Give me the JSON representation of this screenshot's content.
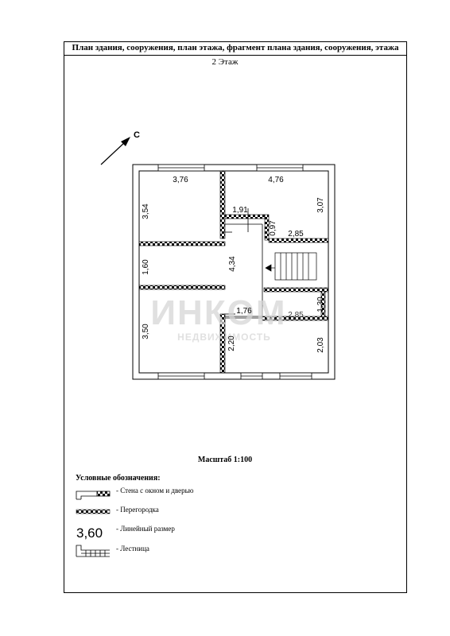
{
  "header": {
    "title": "План здания, сооружения, план этажа, фрагмент плана здания, сооружения, этажа",
    "floor": "2 Этаж"
  },
  "compass": {
    "label": "С"
  },
  "watermark": {
    "main": "ИНКОМ",
    "sub": "НЕДВИЖИМОСТЬ"
  },
  "plan": {
    "dimensions": {
      "d1": "3,76",
      "d2": "4,76",
      "d3": "3,54",
      "d4": "3,07",
      "d5": "1,91",
      "d6": "0,97",
      "d7": "2,85",
      "d8": "1,60",
      "d9": "4,34",
      "d10": "1,76",
      "d11": "2,85",
      "d12": "1,30",
      "d13": "3,50",
      "d14": "2,20",
      "d15": "2,03"
    }
  },
  "scale": "Масштаб 1:100",
  "legend": {
    "title": "Условные обозначения:",
    "items": {
      "wall": "- Стена с окном и дверью",
      "partition": "- Перегородка",
      "dimension": "- Линейный размер",
      "stairs": "- Лестница"
    },
    "sample_dimension": "3,60"
  }
}
